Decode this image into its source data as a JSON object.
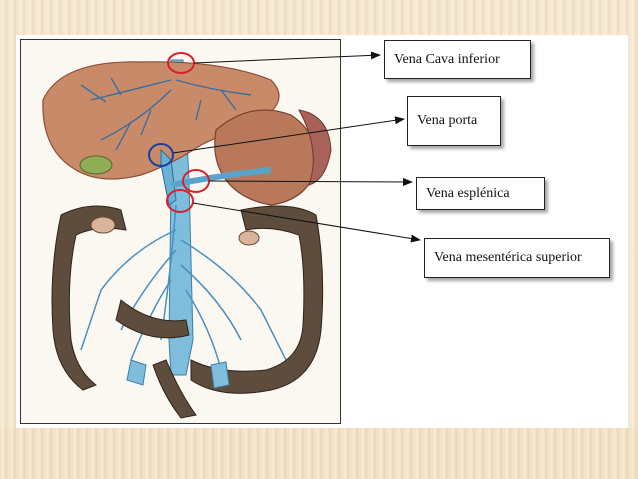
{
  "labels": [
    {
      "id": "vena-cava-inferior",
      "text": "Vena Cava inferior"
    },
    {
      "id": "vena-porta",
      "text": "Vena porta"
    },
    {
      "id": "vena-esplenica",
      "text": "Vena esplénica"
    },
    {
      "id": "vena-mesenterica-superior",
      "text": "Vena mesentérica superior"
    }
  ],
  "colors": {
    "vein": "#5aa4cc",
    "liver": "#c98a6a",
    "intestine": "#5a4a3c",
    "marker_red": "#d8202a",
    "marker_blue": "#1a3fa0"
  }
}
